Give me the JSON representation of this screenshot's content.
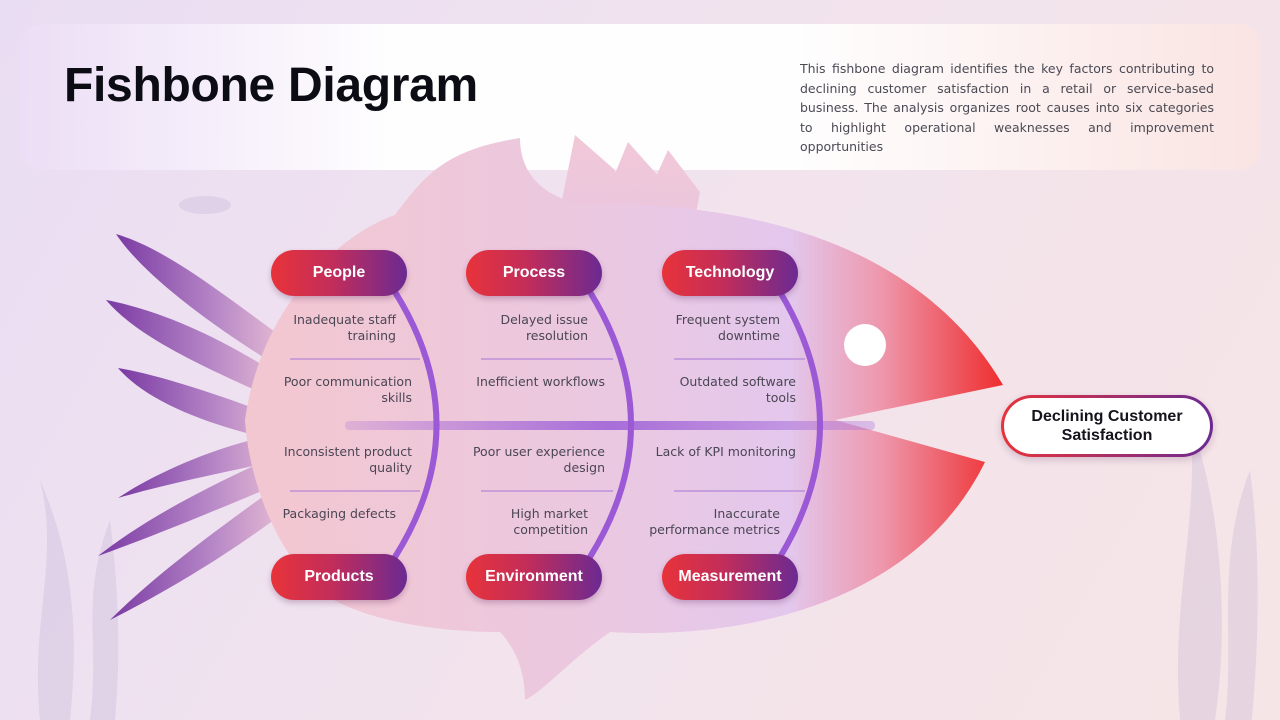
{
  "title": "Fishbone Diagram",
  "description": "This fishbone diagram identifies the key factors contributing to declining customer satisfaction in a retail or service-based business. The analysis organizes root causes into six categories to highlight operational weaknesses and improvement opportunities",
  "effect": "Declining Customer Satisfaction",
  "categories": [
    {
      "label": "People",
      "causes": [
        "Inadequate staff training",
        "Poor communication skills"
      ]
    },
    {
      "label": "Process",
      "causes": [
        "Delayed issue resolution",
        "Inefficient workflows"
      ]
    },
    {
      "label": "Technology",
      "causes": [
        "Frequent system downtime",
        "Outdated software tools"
      ]
    },
    {
      "label": "Products",
      "causes": [
        "Inconsistent product quality",
        "Packaging defects"
      ]
    },
    {
      "label": "Environment",
      "causes": [
        "Poor user experience design",
        "High market competition"
      ]
    },
    {
      "label": "Measurement",
      "causes": [
        "Lack of KPI monitoring",
        "Inaccurate performance metrics"
      ]
    }
  ],
  "colors": {
    "accent_red": "#e8333a",
    "accent_purple": "#6b2a92",
    "bone_purple": "#9b59d6"
  }
}
